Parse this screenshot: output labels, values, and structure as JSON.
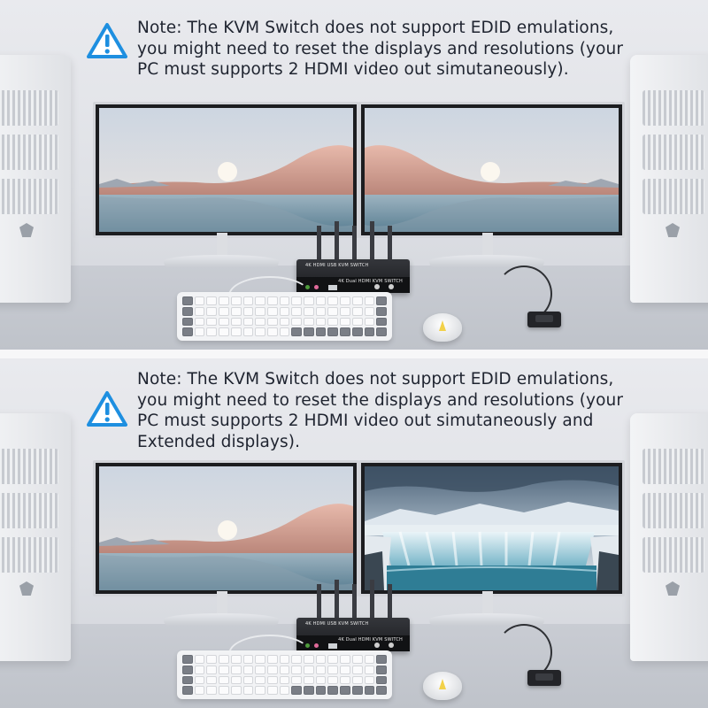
{
  "panels": [
    {
      "note_lines": [
        "Note: The KVM Switch does not support EDID emulations,",
        "you might need to reset the displays and resolutions (your",
        "PC must supports 2 HDMI video out simutaneously)."
      ],
      "left_screen": "mountain-lake-wallpaper",
      "right_screen": "mountain-lake-wallpaper-mirrored"
    },
    {
      "note_lines": [
        "Note: The KVM Switch does not support EDID emulations,",
        "you might need to reset the displays and resolutions (your",
        "PC must supports 2 HDMI video out simutaneously and",
        "Extended displays)."
      ],
      "left_screen": "mountain-lake-wallpaper",
      "right_screen": "waterfall-landscape"
    }
  ],
  "device": {
    "top_label": "4K HDMI USB KVM SWITCH",
    "front_label": "4K Dual HDMI KVM SWITCH"
  },
  "icons": {
    "warning": "warning-triangle-icon"
  },
  "colors": {
    "warning_blue": "#1e8fe0",
    "text": "#1f2430",
    "sky_top": "#cfd7e2",
    "mountain": "#d9a79a",
    "water": "#6f93a6"
  }
}
